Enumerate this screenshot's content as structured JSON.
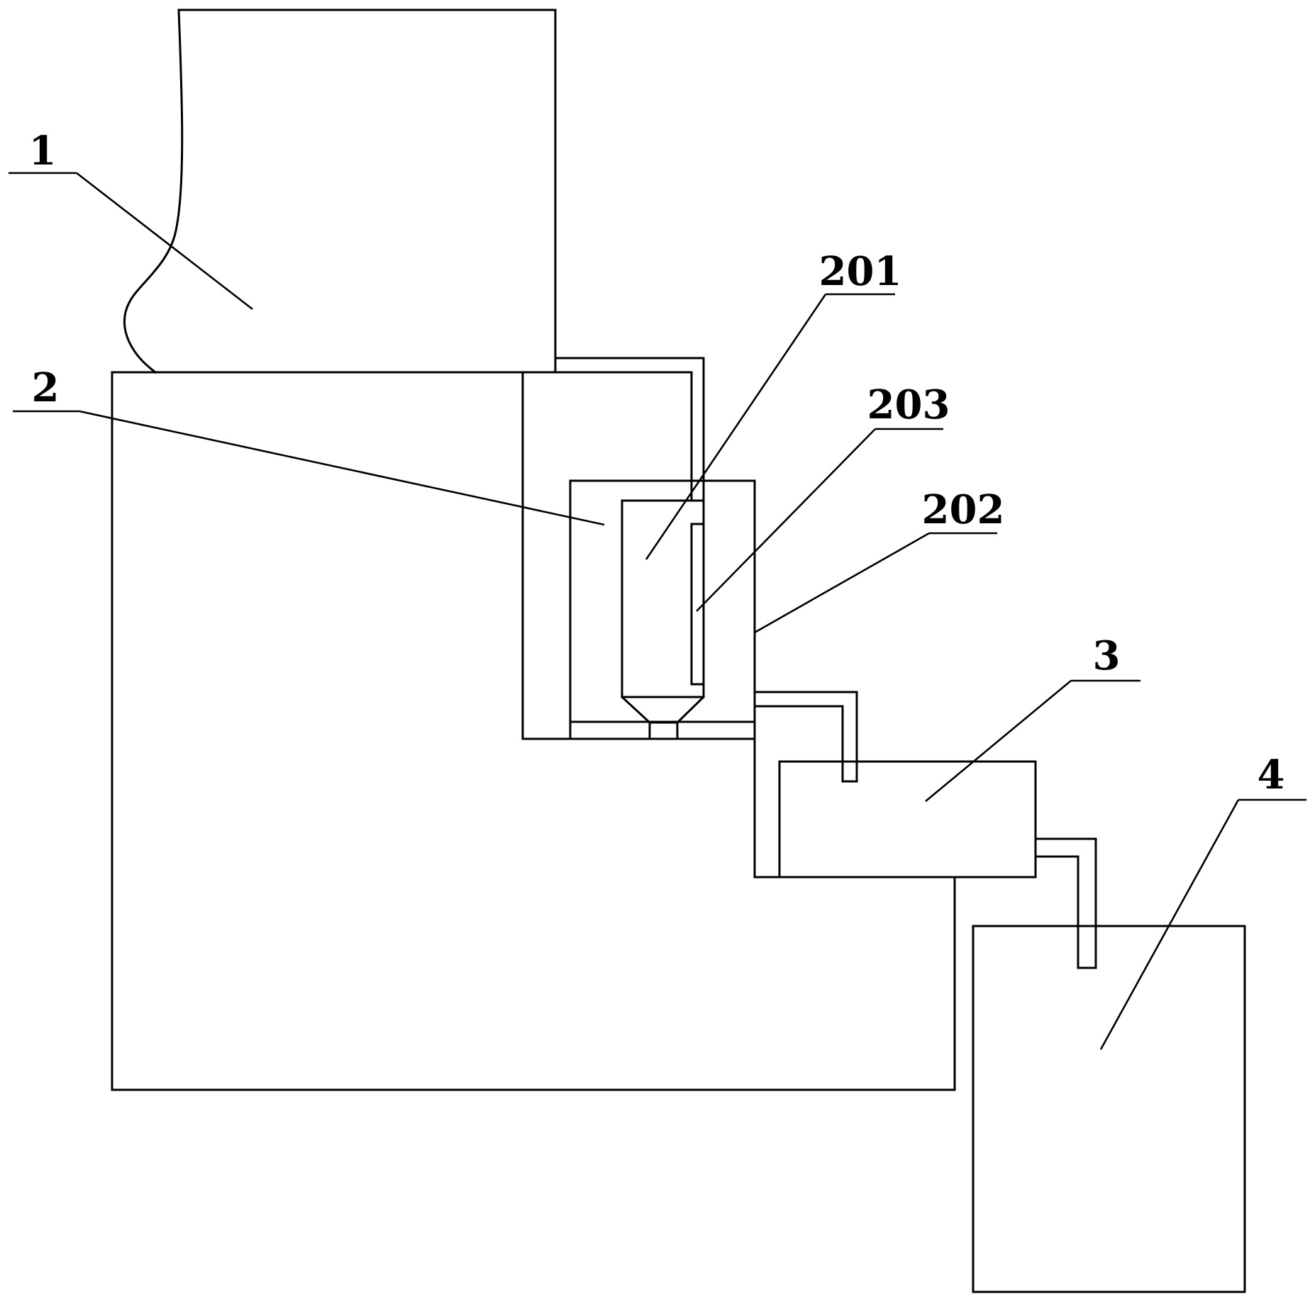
{
  "diagram": {
    "background": "#ffffff",
    "stroke_color": "#000000",
    "labels": {
      "part_1": "1",
      "part_2": "2",
      "part_201": "201",
      "part_203": "203",
      "part_202": "202",
      "part_3": "3",
      "part_4": "4"
    }
  }
}
